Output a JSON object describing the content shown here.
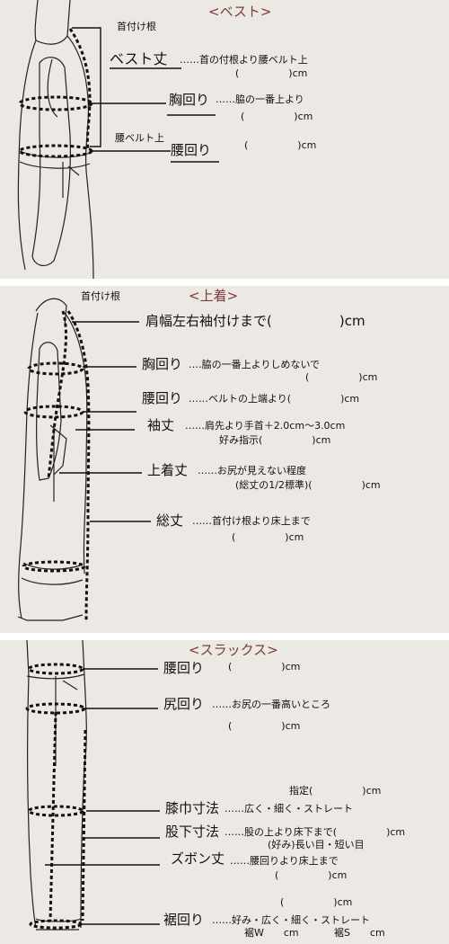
{
  "vest": {
    "title": "<ベスト>",
    "neck_base": "首付け根",
    "waist_belt": "腰ベルト上",
    "length_label": "ベスト丈",
    "length_note": "……首の付根より腰ベルト上",
    "length_unit": "(　　　　　)cm",
    "chest_label": "胸回り",
    "chest_note": "……脇の一番上より",
    "chest_unit": "(　　　　　)cm",
    "waist_label": "腰回り",
    "waist_unit": "(　　　　　)cm"
  },
  "jacket": {
    "title": "<上着>",
    "neck_base": "首付け根",
    "shoulder_label": "肩幅左右袖付けまで(　　　　　)cm",
    "chest_label": "胸回り",
    "chest_note": "‥‥脇の一番上よりしめないで",
    "chest_unit": "(　　　　　)cm",
    "waist_label": "腰回り",
    "waist_note": "‥‥‥ベルトの上端より(　　　　　)cm",
    "sleeve_label": "袖丈",
    "sleeve_note": "‥‥‥肩先より手首＋2.0cm～3.0cm",
    "sleeve_note2": "好み指示(　　　　　)cm",
    "jacket_len_label": "上着丈",
    "jacket_len_note": "‥‥‥お尻が見えない程度",
    "jacket_len_note2": "(総丈の1/2標準)(　　　　　)cm",
    "total_label": "総丈",
    "total_note": "‥‥‥首付け根より床上まで",
    "total_unit": "(　　　　　)cm"
  },
  "slacks": {
    "title": "<スラックス>",
    "waist_label": "腰回り",
    "waist_unit": "(　　　　　)cm",
    "hip_label": "尻回り",
    "hip_note": "‥‥‥お尻の一番高いところ",
    "hip_unit": "(　　　　　)cm",
    "knee_spec": "指定(　　　　　)cm",
    "knee_label": "膝巾寸法",
    "knee_note": "‥‥‥広く・細く・ストレート",
    "inseam_label": "股下寸法",
    "inseam_note": "‥‥‥股の上より床下まで(　　　　　)cm",
    "inseam_note2": "(好み)長い目・短い目",
    "trouser_len_label": "ズボン丈",
    "trouser_len_note": "‥‥‥腰回りより床上まで",
    "trouser_len_unit": "(　　　　　)cm",
    "hem_unit": "(　　　　　)cm",
    "hem_label": "裾回り",
    "hem_note": "‥‥‥好み・広く・細く・ストレート",
    "hem_w": "裾W　　cm",
    "hem_s": "裾S　　cm"
  }
}
